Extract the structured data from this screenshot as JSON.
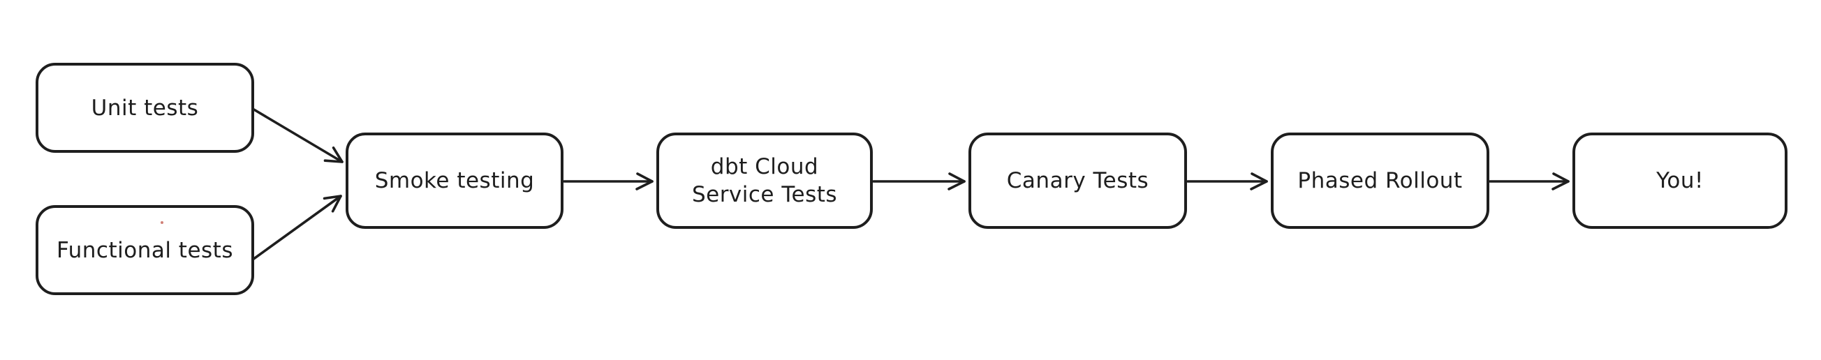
{
  "colors": {
    "background": "#ffffff",
    "stroke": "#1e1e1e",
    "artifact_dot": "#c96a5f"
  },
  "diagram": {
    "type": "flowchart",
    "direction": "left-to-right",
    "style": "hand-drawn",
    "nodes": [
      {
        "id": "unit-tests",
        "label": "Unit tests"
      },
      {
        "id": "functional-tests",
        "label": "Functional tests"
      },
      {
        "id": "smoke-testing",
        "label": "Smoke testing"
      },
      {
        "id": "dbt-cloud-service-tests",
        "label": "dbt Cloud Service Tests",
        "label_lines": [
          "dbt Cloud",
          "Service Tests"
        ]
      },
      {
        "id": "canary-tests",
        "label": "Canary Tests"
      },
      {
        "id": "phased-rollout",
        "label": "Phased Rollout"
      },
      {
        "id": "you",
        "label": "You!"
      }
    ],
    "edges": [
      {
        "from": "unit-tests",
        "to": "smoke-testing"
      },
      {
        "from": "functional-tests",
        "to": "smoke-testing"
      },
      {
        "from": "smoke-testing",
        "to": "dbt-cloud-service-tests"
      },
      {
        "from": "dbt-cloud-service-tests",
        "to": "canary-tests"
      },
      {
        "from": "canary-tests",
        "to": "phased-rollout"
      },
      {
        "from": "phased-rollout",
        "to": "you"
      }
    ]
  }
}
